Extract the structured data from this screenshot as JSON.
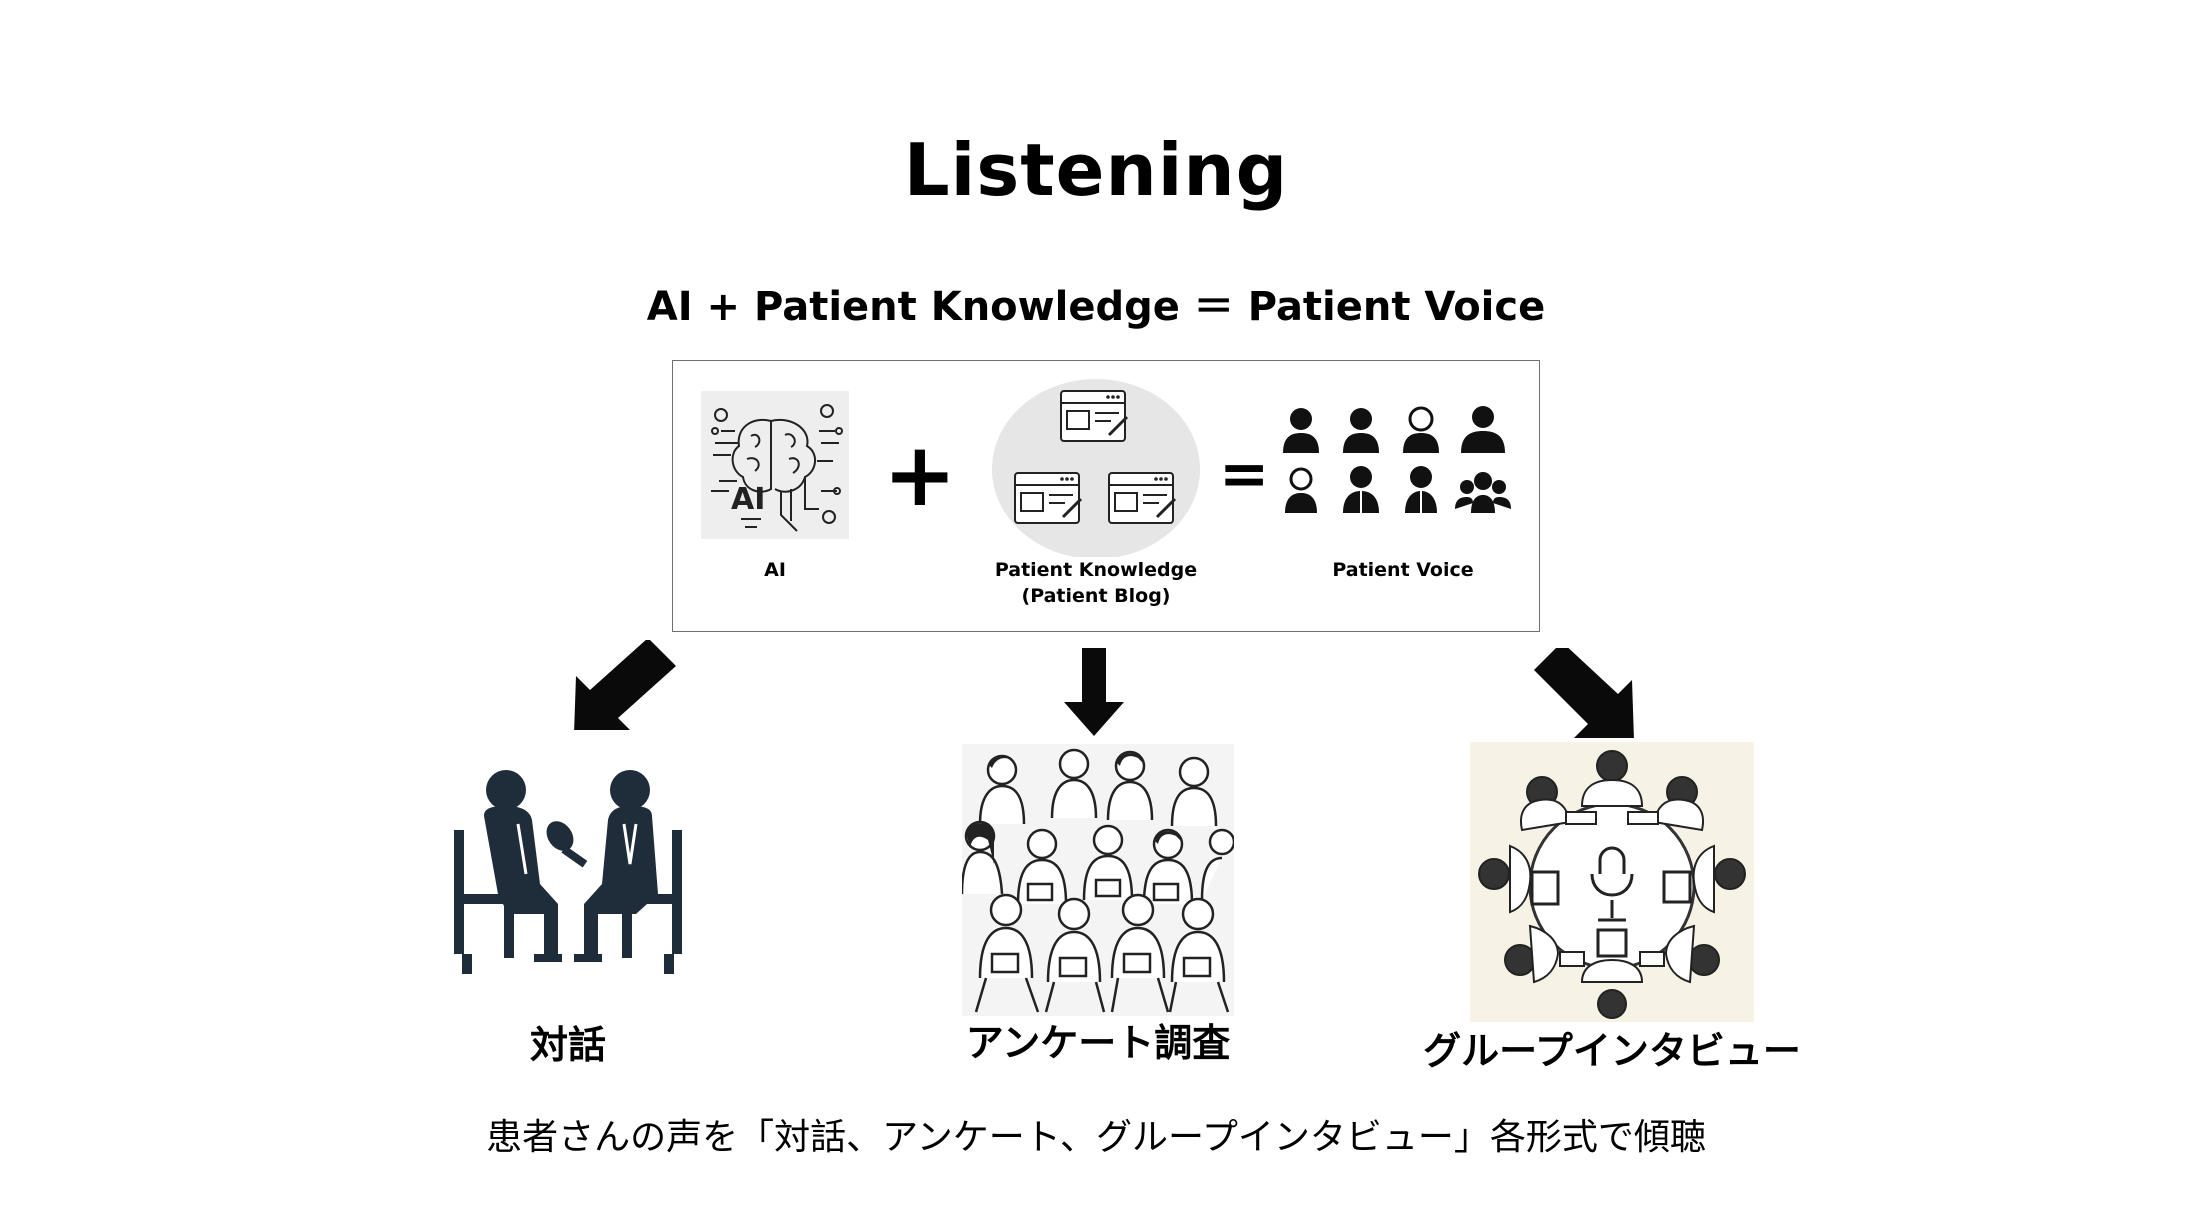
{
  "title": "Listening",
  "equation": "AI + Patient Knowledge ＝ Patient Voice",
  "box": {
    "plus": "+",
    "equals": "=",
    "ai_label": "AI",
    "ai_caption": "AI",
    "knowledge_caption_line1": "Patient Knowledge",
    "knowledge_caption_line2": "(Patient Blog)",
    "voice_caption": "Patient Voice"
  },
  "methods": [
    {
      "label": "対話",
      "icon": "interview-icon"
    },
    {
      "label": "アンケート調査",
      "icon": "survey-crowd-icon"
    },
    {
      "label": "グループインタビュー",
      "icon": "group-interview-icon"
    }
  ],
  "footer": "患者さんの声を「対話、アンケート、グループインタビュー」各形式で傾聴",
  "colors": {
    "dark_icon": "#1f2d3a",
    "arrow": "#0a0a0a",
    "ellipse": "#e6e6e6",
    "border": "#707070"
  }
}
